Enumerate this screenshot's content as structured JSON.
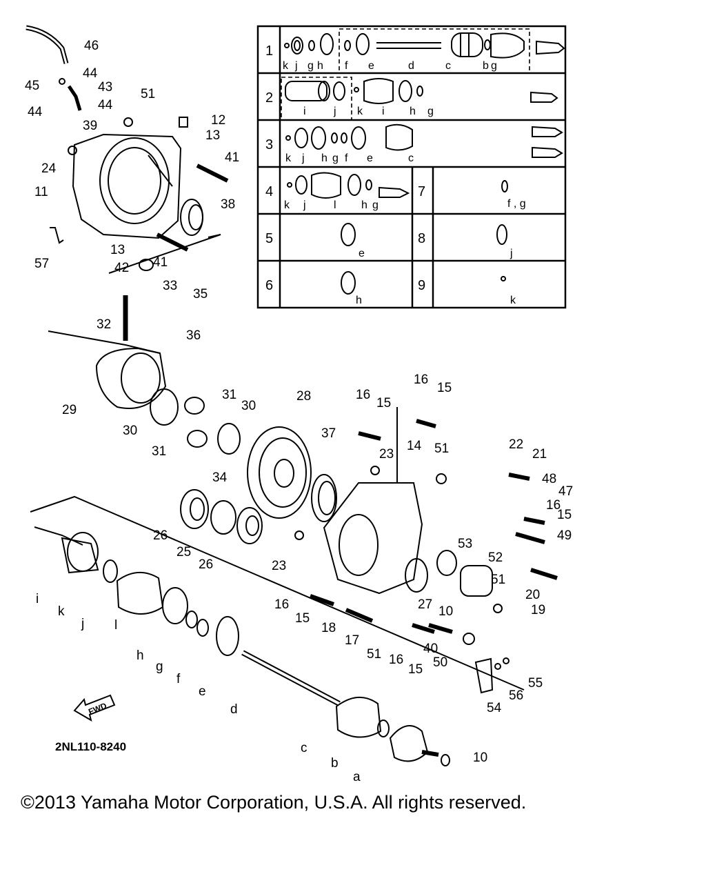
{
  "diagram": {
    "code": "2NL110-8240",
    "fwd_label": "FWD",
    "copyright": "©2013 Yamaha Motor Corporation, U.S.A. All rights reserved."
  },
  "inset_table": {
    "rows": [
      {
        "num": "1",
        "letters": [
          "k",
          "j",
          "g",
          "h",
          "f",
          "e",
          "d",
          "c",
          "b",
          "g"
        ]
      },
      {
        "num": "2",
        "letters": [
          "i",
          "j",
          "k",
          "i",
          "h",
          "g"
        ]
      },
      {
        "num": "3",
        "letters": [
          "k",
          "j",
          "h",
          "g",
          "f",
          "e",
          "c"
        ]
      },
      {
        "num": "4",
        "letters": [
          "k",
          "j",
          "l",
          "h",
          "g"
        ],
        "pair_num": "7",
        "pair_letters": [
          "f , g"
        ]
      },
      {
        "num": "5",
        "letters": [
          "e"
        ],
        "pair_num": "8",
        "pair_letters": [
          "j"
        ]
      },
      {
        "num": "6",
        "letters": [
          "h"
        ],
        "pair_num": "9",
        "pair_letters": [
          "k"
        ]
      }
    ]
  },
  "callouts": [
    "46",
    "44",
    "45",
    "44",
    "43",
    "44",
    "39",
    "51",
    "12",
    "13",
    "41",
    "24",
    "11",
    "38",
    "57",
    "13",
    "42",
    "41",
    "33",
    "35",
    "32",
    "36",
    "29",
    "30",
    "30",
    "31",
    "31",
    "28",
    "37",
    "34",
    "26",
    "25",
    "26",
    "23",
    "23",
    "16",
    "15",
    "16",
    "15",
    "14",
    "51",
    "22",
    "21",
    "48",
    "47",
    "16",
    "15",
    "49",
    "53",
    "52",
    "51",
    "20",
    "19",
    "16",
    "15",
    "18",
    "17",
    "51",
    "16",
    "15",
    "40",
    "50",
    "27",
    "10",
    "55",
    "56",
    "54",
    "10",
    "i",
    "k",
    "j",
    "l",
    "h",
    "g",
    "f",
    "e",
    "d",
    "c",
    "b",
    "a"
  ]
}
